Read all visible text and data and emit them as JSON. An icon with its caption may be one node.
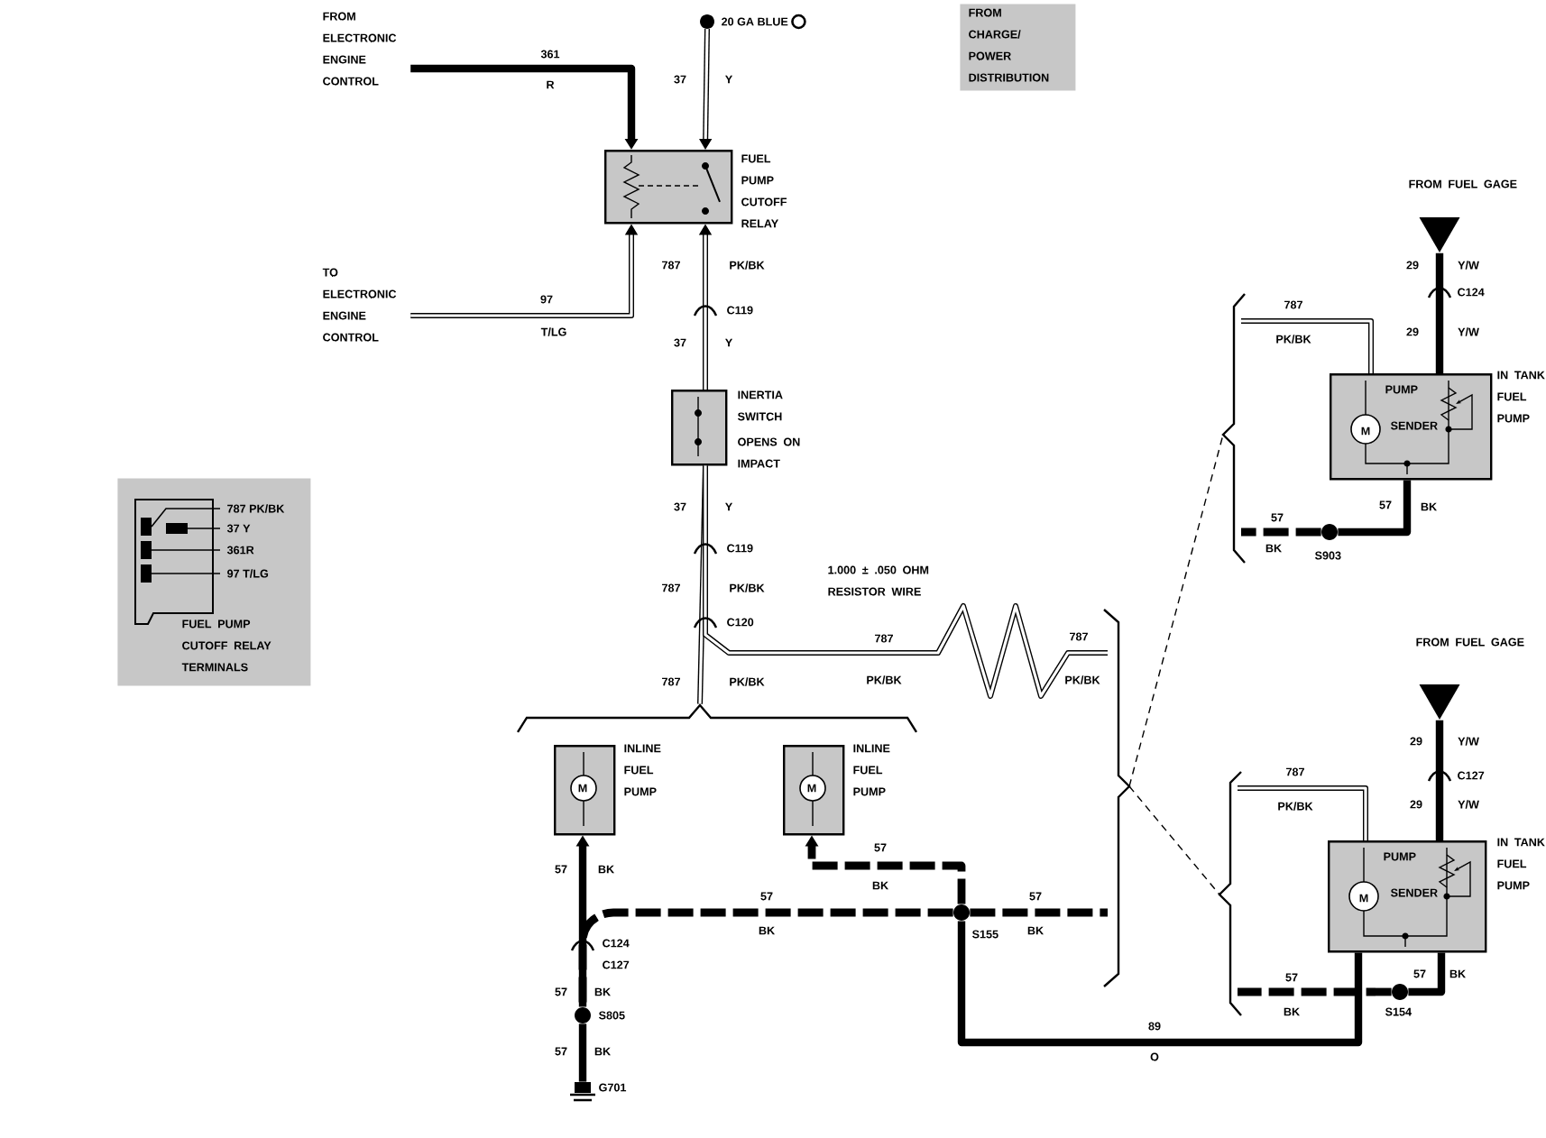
{
  "diagram": {
    "nodes": [
      {
        "text": [
          "FUEL PUMP CUTOFF RELAY"
        ]
      },
      {
        "text": [
          "INERTIA SWITCH",
          "OPENS ON IMPACT"
        ]
      },
      {
        "text": [
          "M",
          "INLINE FUEL PUMP"
        ]
      },
      {
        "text": [
          "M",
          "INLINE FUEL PUMP"
        ]
      },
      {
        "text": [
          "M",
          "PUMP",
          "SENDER",
          "IN TANK FUEL PUMP"
        ]
      },
      {
        "text": [
          "M",
          "PUMP",
          "SENDER",
          "IN TANK FUEL PUMP"
        ]
      },
      {
        "text": [
          "787 PK/BK",
          "37 Y",
          "361R",
          "97 T/LG",
          "FUEL PUMP CUTOFF RELAY TERMINALS"
        ]
      },
      {
        "text": [
          "FROM ELECTRONIC ENGINE CONTROL"
        ]
      },
      {
        "text": [
          "TO ELECTRONIC ENGINE CONTROL"
        ]
      },
      {
        "text": [
          "FROM CHARGE/ POWER DISTRIBUTION"
        ]
      },
      {
        "text": [],
        "shape": "triangle",
        "beside": [
          "FROM FUEL GAGE"
        ]
      },
      {
        "text": [],
        "shape": "triangle",
        "beside": [
          "FROM FUEL GAGE"
        ]
      },
      {
        "text": [],
        "shape": "circle",
        "beside": [
          "S805"
        ]
      },
      {
        "text": [],
        "shape": "circle",
        "beside": [
          "S155"
        ]
      },
      {
        "text": [],
        "shape": "circle",
        "beside": [
          "S903"
        ]
      },
      {
        "text": [],
        "shape": "circle",
        "beside": [
          "S154"
        ]
      },
      {
        "text": [],
        "shape": "ground",
        "beside": [
          "G701"
        ]
      },
      {
        "text": [],
        "shape": "bracket"
      },
      {
        "text": [],
        "shape": "bracket"
      },
      {
        "text": [],
        "shape": "bracket"
      },
      {
        "text": [],
        "shape": "bracket"
      },
      {
        "text": [
          "20 GA BLUE"
        ]
      }
    ],
    "edges": [
      {
        "from": 7,
        "to": 0,
        "arrow": "to"
      },
      {
        "from": 21,
        "to": 0,
        "arrow": "to"
      },
      {
        "from": 8,
        "to": 0,
        "arrow": "to"
      },
      {
        "from": 1,
        "to": 0,
        "arrow": "to"
      },
      {
        "from": 1,
        "to": 17,
        "arrow": "none"
      },
      {
        "from": 1,
        "to": 18,
        "arrow": "none"
      },
      {
        "from": 19,
        "to": 4,
        "arrow": "none"
      },
      {
        "from": 20,
        "to": 5,
        "arrow": "none"
      },
      {
        "from": 10,
        "to": 4,
        "arrow": "none"
      },
      {
        "from": 11,
        "to": 5,
        "arrow": "none"
      },
      {
        "from": 4,
        "to": 14,
        "arrow": "none"
      },
      {
        "from": 14,
        "to": 19,
        "arrow": "none",
        "style": "dashed"
      },
      {
        "from": 5,
        "to": 15,
        "arrow": "none"
      },
      {
        "from": 15,
        "to": 20,
        "arrow": "none",
        "style": "dashed"
      },
      {
        "from": 13,
        "to": 5,
        "arrow": "none"
      },
      {
        "from": 12,
        "to": 2,
        "arrow": "to"
      },
      {
        "from": 13,
        "to": 12,
        "arrow": "none",
        "style": "dashed"
      },
      {
        "from": 12,
        "to": 16,
        "arrow": "none"
      },
      {
        "from": 13,
        "to": 3,
        "arrow": "to",
        "style": "dashed"
      },
      {
        "from": 13,
        "to": 18,
        "arrow": "none",
        "style": "dashed"
      },
      {
        "from": 18,
        "to": 19,
        "arrow": "none",
        "style": "dashed"
      },
      {
        "from": 18,
        "to": 20,
        "arrow": "none",
        "style": "dashed"
      }
    ],
    "labels": [
      "361",
      "R",
      "37",
      "Y",
      "97",
      "T/LG",
      "787",
      "PK/BK",
      "C119",
      "37",
      "Y",
      "37",
      "Y",
      "C119",
      "787",
      "PK/BK",
      "C120",
      "1.000 ± .050 OHM RESISTOR WIRE",
      "787",
      "787",
      "787",
      "PK/BK",
      "PK/BK",
      "PK/BK",
      "29",
      "Y/W",
      "C124",
      "29",
      "Y/W",
      "787",
      "PK/BK",
      "57",
      "BK",
      "57",
      "BK",
      "57",
      "BK",
      "57",
      "BK",
      "57",
      "BK",
      "57",
      "BK",
      "C124",
      "C127",
      "57",
      "BK",
      "57",
      "BK",
      "29",
      "Y/W",
      "C127",
      "29",
      "Y/W",
      "787",
      "PK/BK",
      "57",
      "BK",
      "57",
      "BK",
      "89",
      "O"
    ]
  }
}
